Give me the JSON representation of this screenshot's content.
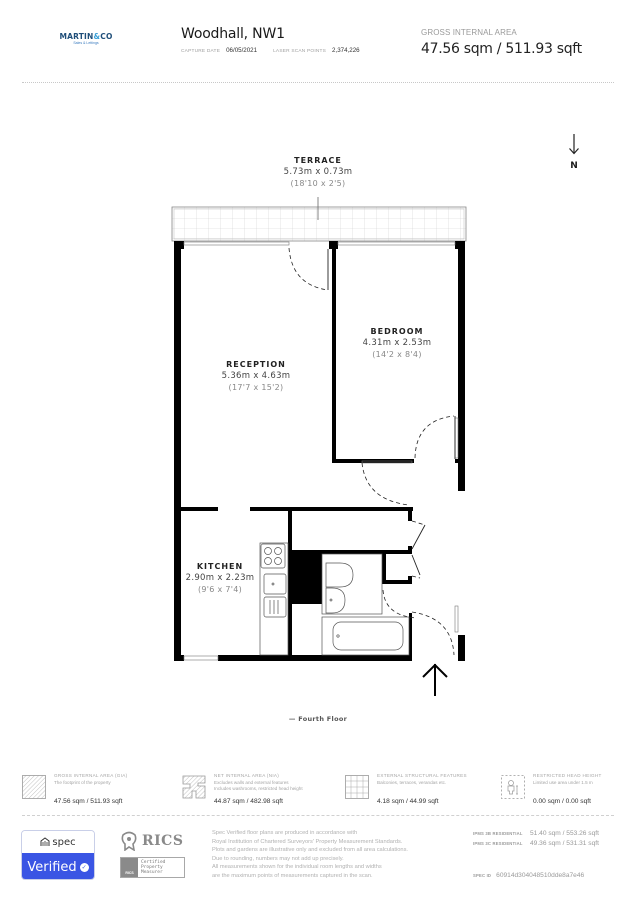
{
  "header": {
    "logo": {
      "brand_main": "MARTIN",
      "brand_amp": "&",
      "brand_end": "CO",
      "tagline": "Sales & Lettings"
    },
    "property_title": "Woodhall, NW1",
    "capture_date_label": "CAPTURE DATE",
    "capture_date": "06/05/2021",
    "laser_scan_label": "LASER SCAN POINTS",
    "laser_scan_points": "2,374,226",
    "gia_label": "GROSS INTERNAL AREA",
    "gia_value": "47.56 sqm / 511.93 sqft"
  },
  "floorplan": {
    "compass": {
      "icon": "arrow-down-icon",
      "letter": "N"
    },
    "rooms": [
      {
        "name": "TERRACE",
        "metric": "5.73m x 0.73m",
        "imperial": "(18'10 x 2'5)"
      },
      {
        "name": "BEDROOM",
        "metric": "4.31m x 2.53m",
        "imperial": "(14'2 x 8'4)"
      },
      {
        "name": "RECEPTION",
        "metric": "5.36m x 4.63m",
        "imperial": "(17'7 x 15'2)"
      },
      {
        "name": "KITCHEN",
        "metric": "2.90m x 2.23m",
        "imperial": "(9'6 x 7'4)"
      }
    ],
    "entrance_icon": "arrow-up-icon",
    "floor_name": "— Fourth Floor"
  },
  "legend": [
    {
      "icon": "hatched-square-icon",
      "title": "GROSS INTERNAL AREA (GIA)",
      "desc": [
        "The footprint of the property"
      ],
      "value": "47.56 sqm / 511.93 sqft"
    },
    {
      "icon": "hatched-puzzle-icon",
      "title": "NET INTERNAL AREA (NIA)",
      "desc": [
        "Excludes walls and external features",
        "Includes washrooms, restricted head height"
      ],
      "value": "44.87 sqm / 482.98 sqft"
    },
    {
      "icon": "grid-icon",
      "title": "EXTERNAL STRUCTURAL FEATURES",
      "desc": [
        "Balconies, terraces, verandas etc."
      ],
      "value": "4.18 sqm / 44.99 sqft"
    },
    {
      "icon": "person-height-icon",
      "title": "RESTRICTED HEAD HEIGHT",
      "desc": [
        "Limited use area under 1.5 m"
      ],
      "value": "0.00 sqm / 0.00 sqft"
    }
  ],
  "footer": {
    "spec_badge": {
      "top": "spec",
      "bottom": "Verified"
    },
    "rics": {
      "word": "RICS",
      "cert_lines": [
        "Certified",
        "Property",
        "Measurer"
      ],
      "cert_logo": "RICS"
    },
    "disclaimer": [
      "Spec Verified floor plans are produced in accordance with",
      "Royal Institution of Chartered Surveyors' Property Measurement Standards.",
      "Plots and gardens are illustrative only and excluded from all area calculations.",
      "Due to rounding, numbers may not add up precisely.",
      "All measurements shown for the individual room lengths and widths",
      "are the maximum points of measurements captured in the scan."
    ],
    "ipms": [
      {
        "label": "IPMS 3B RESIDENTIAL",
        "value": "51.40 sqm / 553.26 sqft"
      },
      {
        "label": "IPMS 3C RESIDENTIAL",
        "value": "49.36 sqm / 531.31 sqft"
      }
    ],
    "spec_id_label": "SPEC ID",
    "spec_id": "60914d304048510dde8a7e46"
  }
}
